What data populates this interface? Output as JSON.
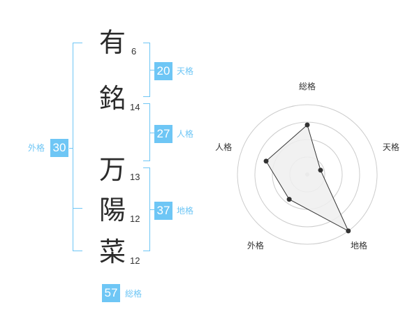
{
  "name": {
    "chars": [
      {
        "char": "有",
        "strokes": "6"
      },
      {
        "char": "銘",
        "strokes": "14"
      },
      {
        "char": "万",
        "strokes": "13"
      },
      {
        "char": "陽",
        "strokes": "12"
      },
      {
        "char": "菜",
        "strokes": "12"
      }
    ]
  },
  "fortunes": {
    "tenkaku": {
      "value": "20",
      "label": "天格"
    },
    "jinkaku": {
      "value": "27",
      "label": "人格"
    },
    "chikaku": {
      "value": "37",
      "label": "地格"
    },
    "gaikaku": {
      "value": "30",
      "label": "外格"
    },
    "soukaku": {
      "value": "57",
      "label": "総格"
    }
  },
  "accent_color": "#6ec6f5",
  "chart_data": {
    "type": "radar",
    "axes": [
      "総格",
      "天格",
      "地格",
      "外格",
      "人格"
    ],
    "values": [
      0.71,
      0.2,
      1.0,
      0.44,
      0.62
    ],
    "range": [
      0,
      1
    ],
    "rings": 4,
    "fill_color": "#eeeeee",
    "line_color": "#333333"
  }
}
